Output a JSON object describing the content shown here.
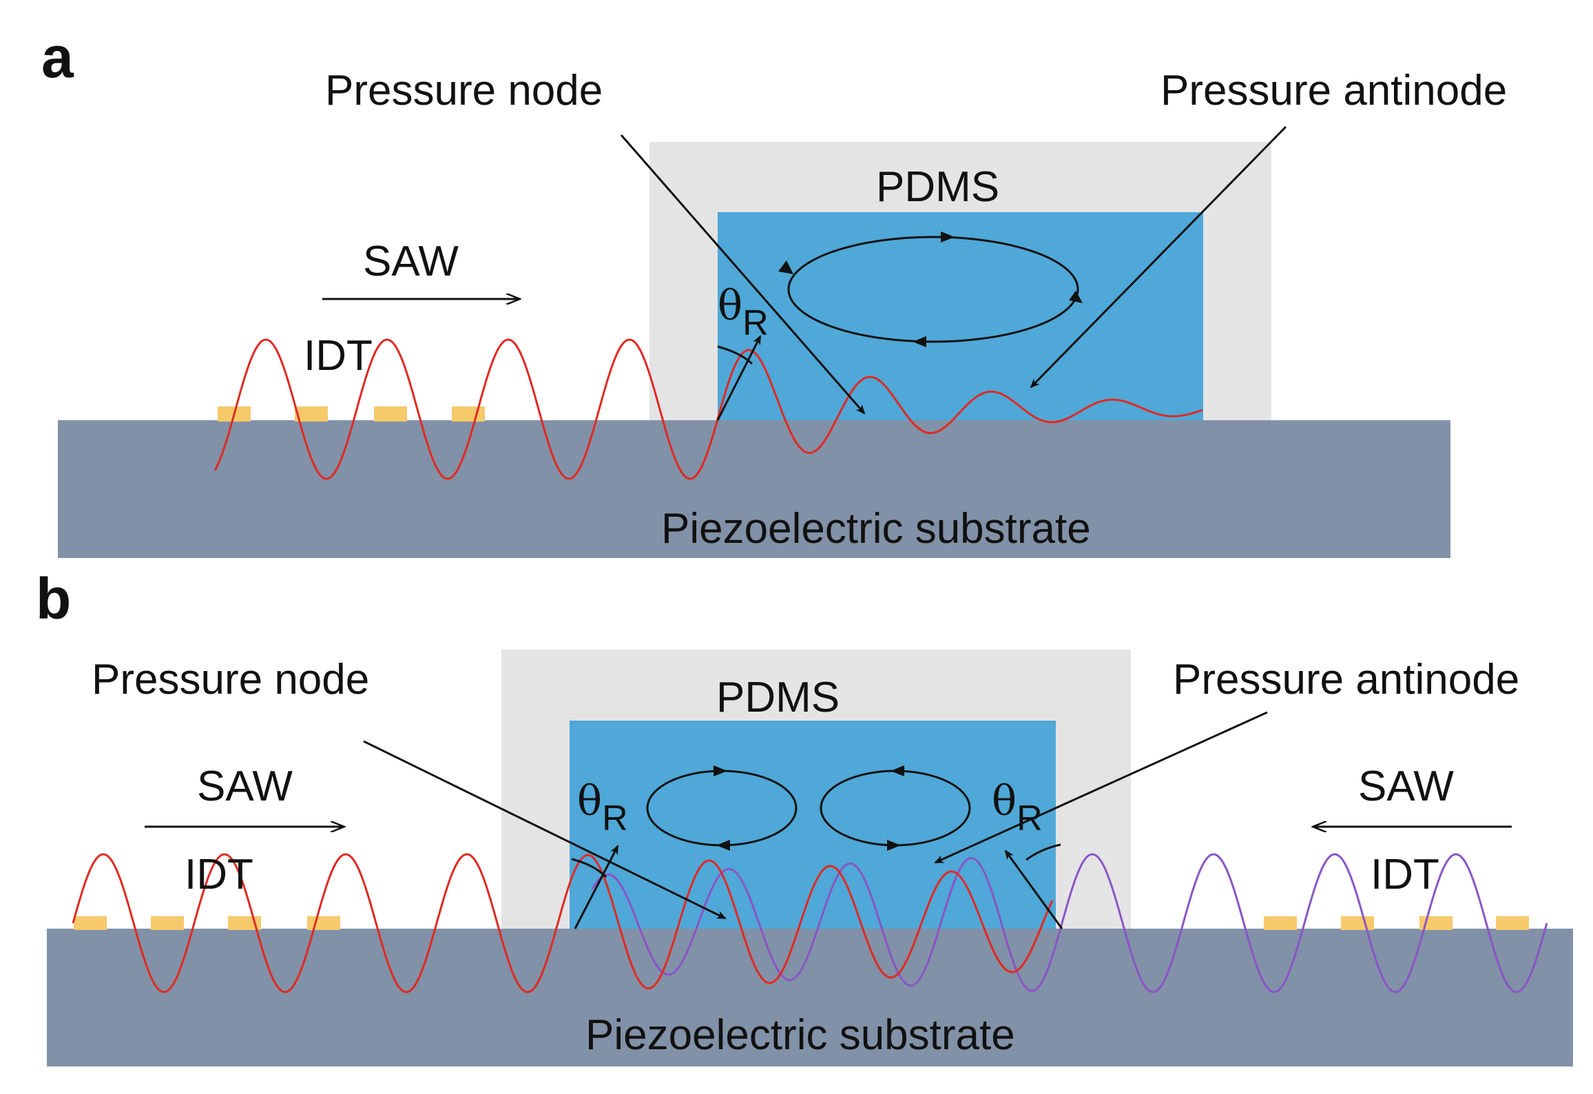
{
  "colors": {
    "substrate": "#8191a7",
    "pdms": "#e5e4e5",
    "fluid": "#4fa8d7",
    "electrode": "#f6c96b",
    "wave_left": "#e02a22",
    "wave_right": "#8a55c6",
    "line": "#111111"
  },
  "panels": [
    {
      "letter": "a",
      "pressure_node": "Pressure node",
      "pressure_antinode": "Pressure antinode",
      "pdms": "PDMS",
      "saw": "SAW",
      "idt": "IDT",
      "theta": "θ",
      "theta_sub": "R",
      "substrate": "Piezoelectric substrate"
    },
    {
      "letter": "b",
      "pressure_node": "Pressure node",
      "pressure_antinode": "Pressure antinode",
      "pdms": "PDMS",
      "saw_left": "SAW",
      "saw_right": "SAW",
      "idt_left": "IDT",
      "idt_right": "IDT",
      "theta_left": "θ",
      "theta_left_sub": "R",
      "theta_right": "θ",
      "theta_right_sub": "R",
      "substrate": "Piezoelectric substrate"
    }
  ]
}
